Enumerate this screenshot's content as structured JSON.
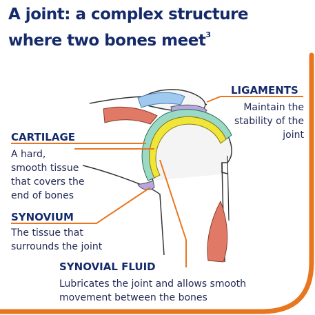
{
  "title": {
    "line1": "A joint: a complex structure",
    "line2": "where two bones meet",
    "superscript": "3"
  },
  "labels": {
    "ligaments": {
      "heading": "LIGAMENTS",
      "desc": [
        "Maintain the",
        "stability of the",
        "joint"
      ]
    },
    "cartilage": {
      "heading": "CARTILAGE",
      "desc": [
        "A hard,",
        "smooth tissue",
        "that covers the",
        "end of bones"
      ]
    },
    "synovium": {
      "heading": "SYNOVIUM",
      "desc": [
        "The tissue that",
        "surrounds the joint"
      ]
    },
    "synovial_fluid": {
      "heading": "SYNOVIAL FLUID",
      "desc": [
        "Lubricates the joint and allows smooth",
        "movement between the bones"
      ]
    }
  },
  "colors": {
    "title": "#152a6b",
    "leader": "#e8761e",
    "accent_border": "#e8761e",
    "cartilage": "#f0e63a",
    "synovium": "#9ad9c4",
    "ligament": "#9fc9ee",
    "muscle": "#e07a66"
  }
}
